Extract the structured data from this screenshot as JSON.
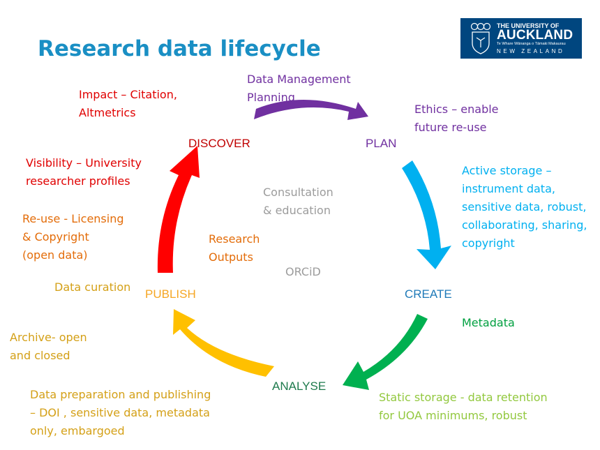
{
  "title": "Research data lifecycle",
  "logo": {
    "line1": "THE UNIVERSITY OF",
    "line2": "AUCKLAND",
    "line3": "Te Whare Wānanga o Tāmaki Makaurau",
    "line4": "NEW ZEALAND"
  },
  "stages": {
    "discover": "DISCOVER",
    "plan": "PLAN",
    "create": "CREATE",
    "analyse": "ANALYSE",
    "publish": "PUBLISH"
  },
  "notes": {
    "data_management": [
      "Data Management",
      "Planning"
    ],
    "impact": [
      "Impact – Citation,",
      "Altmetrics"
    ],
    "ethics": [
      "Ethics – enable",
      "future re-use"
    ],
    "visibility": [
      "Visibility – University",
      "researcher profiles"
    ],
    "active_storage": [
      "Active storage –",
      "instrument data,",
      "sensitive data, robust,",
      "collaborating, sharing,",
      "copyright"
    ],
    "reuse": [
      "Re-use - Licensing",
      "& Copyright",
      "(open data)"
    ],
    "data_curation": [
      "Data curation"
    ],
    "metadata": [
      "Metadata"
    ],
    "archive": [
      "Archive- open",
      "and closed"
    ],
    "data_preparation": [
      "Data preparation and publishing",
      "– DOI , sensitive data, metadata",
      "only, embargoed"
    ],
    "static_storage": [
      "Static storage - data retention",
      "for UOA minimums, robust"
    ]
  },
  "center": {
    "consultation": [
      "Consultation",
      "& education"
    ],
    "research_outputs": [
      "Research",
      "Outputs"
    ],
    "orcid": "ORCiD"
  },
  "colors": {
    "title": "#1a8fc4",
    "purple": "#7030a0",
    "blue": "#00b0f0",
    "green": "#00b050",
    "yellow": "#ffc000",
    "red": "#ff0000",
    "orange": "#e36c09",
    "gold": "#d4a017",
    "lightgreen": "#92c83e",
    "grey": "#9c9c9c",
    "stage_create": "#1f7ab8",
    "stage_analyse": "#1e7a4c",
    "stage_discover": "#c00000",
    "stage_plan": "#7030a0",
    "stage_publish": "#f5a623"
  }
}
